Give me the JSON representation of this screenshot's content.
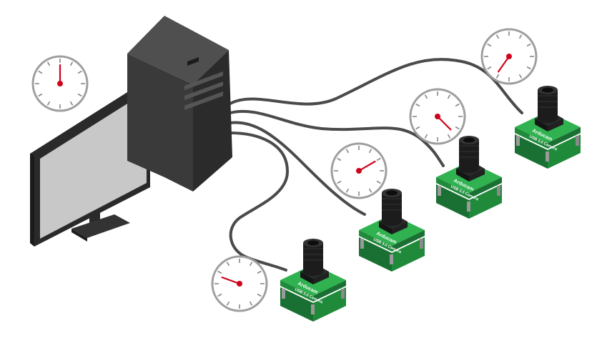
{
  "colors": {
    "background": "#ffffff",
    "cable": "#4a4a4a",
    "pcb_top": "#2fb24f",
    "pcb_side": "#1f8a3a",
    "pcb_dark": "#197032",
    "lens": "#1c1c1c",
    "lens_ring": "#2c2c2c",
    "tower_front": "#3a3a3a",
    "tower_side": "#2b2b2b",
    "tower_top": "#4f4f4f",
    "monitor_bezel": "#2a2a2a",
    "monitor_screen": "#c8c8c8",
    "clock_face": "#ffffff",
    "clock_rim": "#9e9e9e",
    "clock_hand": "#d0021b"
  },
  "icons": {
    "computer": "desktop-tower-icon",
    "monitor": "monitor-icon",
    "camera": "usb-camera-board-icon",
    "clock": "clock-icon"
  },
  "cameras": [
    {
      "name": "camera-1",
      "brand": "Arducam",
      "label": "USB 3.0 Camera"
    },
    {
      "name": "camera-2",
      "brand": "Arducam",
      "label": "USB 3.0 Camera"
    },
    {
      "name": "camera-3",
      "brand": "Arducam",
      "label": "USB 3.0 Camera"
    },
    {
      "name": "camera-4",
      "brand": "Arducam",
      "label": "USB 3.0 Camera"
    }
  ],
  "clocks": [
    {
      "name": "host-clock",
      "minute_angle_deg": 0
    },
    {
      "name": "camera-1-clock",
      "minute_angle_deg": 290
    },
    {
      "name": "camera-2-clock",
      "minute_angle_deg": 60
    },
    {
      "name": "camera-3-clock",
      "minute_angle_deg": 135
    },
    {
      "name": "camera-4-clock",
      "minute_angle_deg": 215
    }
  ]
}
